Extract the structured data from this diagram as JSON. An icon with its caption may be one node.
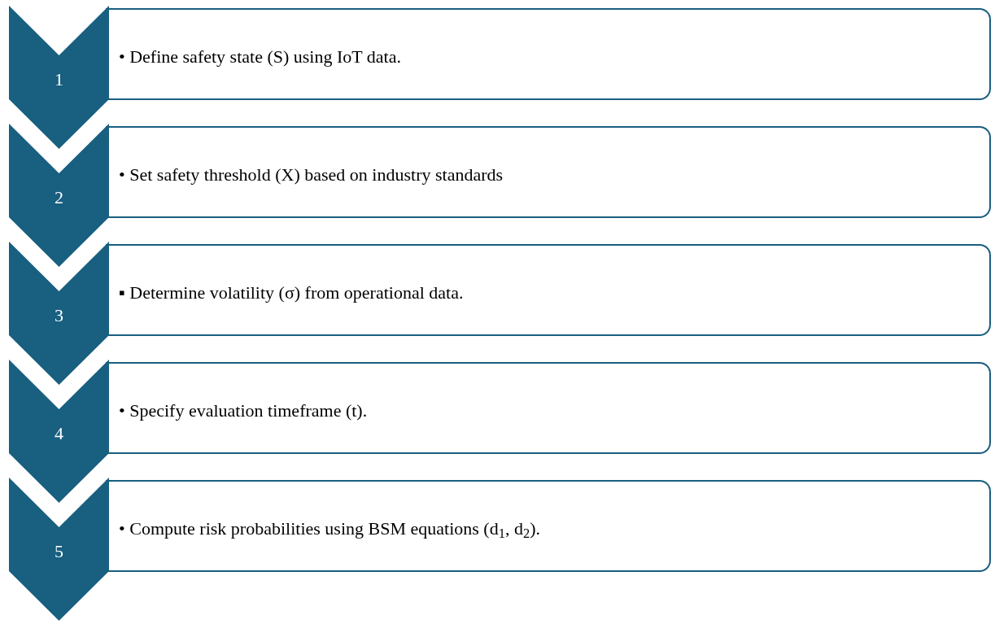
{
  "diagram": {
    "nodes": [
      {
        "text": [
          "1"
        ]
      },
      {
        "text": [
          "• Define safety state (S) using IoT data."
        ]
      },
      {
        "text": [
          "2"
        ]
      },
      {
        "text": [
          "• Set safety threshold (X) based on industry standards"
        ]
      },
      {
        "text": [
          "3"
        ]
      },
      {
        "text": [
          "▪ Determine volatility (σ) from operational data."
        ]
      },
      {
        "text": [
          "4"
        ]
      },
      {
        "text": [
          "• Specify evaluation timeframe (t)."
        ]
      },
      {
        "text": [
          "5"
        ]
      },
      {
        "text": [
          "• Compute risk probabilities using BSM equations (d$_{1}$, d$_{2}$)."
        ]
      }
    ]
  }
}
